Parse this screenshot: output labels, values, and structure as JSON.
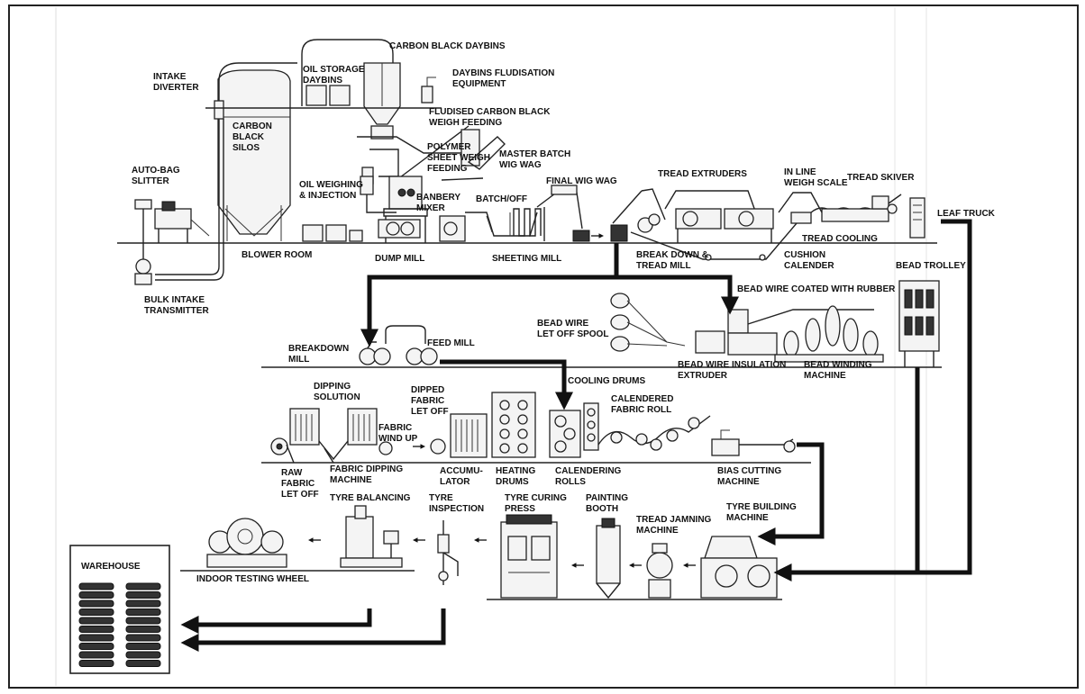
{
  "colors": {
    "ink": "#111111",
    "paper": "#ffffff",
    "frame": "#222222"
  },
  "labels": {
    "carbon_black_daybins": "CARBON BLACK DAYBINS",
    "intake_diverter": "INTAKE DIVERTER",
    "oil_storage_daybins": "OIL STORAGE DAYBINS",
    "daybins_fludisation_equipment": "DAYBINS FLUDISATION EQUIPMENT",
    "fludised_carbon_black_weigh_feeding": "FLUDISED CARBON BLACK WEIGH FEEDING",
    "carbon_black_silos": "CARBON BLACK SILOS",
    "polymer_sheet_weigh_feeding": "POLYMER SHEET WEIGH FEEDING",
    "master_batch_wig_wag": "MASTER BATCH WIG WAG",
    "auto_bag_slitter": "AUTO-BAG SLITTER",
    "oil_weighing_injection": "OIL WEIGHING & INJECTION",
    "banbery_mixer": "BANBERY MIXER",
    "batch_off": "BATCH/OFF",
    "final_wig_wag": "FINAL WIG WAG",
    "tread_extruders": "TREAD EXTRUDERS",
    "in_line_weigh_scale": "IN LINE WEIGH SCALE",
    "tread_skiver": "TREAD SKIVER",
    "leaf_truck": "LEAF TRUCK",
    "tread_cooling": "TREAD COOLING",
    "blower_room": "BLOWER ROOM",
    "dump_mill": "DUMP MILL",
    "sheeting_mill": "SHEETING MILL",
    "break_down_tread_mill": "BREAK DOWN & TREAD MILL",
    "cushion_calender": "CUSHION CALENDER",
    "bead_trolley": "BEAD TROLLEY",
    "bulk_intake_transmitter": "BULK INTAKE TRANSMITTER",
    "bead_wire_coated_with_rubber": "BEAD WIRE COATED WITH RUBBER",
    "bead_wire_let_off_spool": "BEAD WIRE LET OFF SPOOL",
    "breakdown_mill": "BREAKDOWN MILL",
    "feed_mill": "FEED MILL",
    "bead_wire_insulation_extruder": "BEAD WIRE INSULATION EXTRUDER",
    "bead_winding_machine": "BEAD WINDING MACHINE",
    "cooling_drums": "COOLING DRUMS",
    "dipping_solution": "DIPPING SOLUTION",
    "dipped_fabric_let_off": "DIPPED FABRIC LET OFF",
    "calendered_fabric_roll": "CALENDERED FABRIC ROLL",
    "fabric_wind_up": "FABRIC WIND UP",
    "raw_fabric_let_off": "RAW FABRIC LET OFF",
    "fabric_dipping_machine": "FABRIC DIPPING MACHINE",
    "accumulator": "ACCUMU- LATOR",
    "heating_drums": "HEATING DRUMS",
    "calendering_rolls": "CALENDERING ROLLS",
    "bias_cutting_machine": "BIAS CUTTING MACHINE",
    "tyre_balancing": "TYRE BALANCING",
    "tyre_inspection": "TYRE INSPECTION",
    "tyre_curing_press": "TYRE CURING PRESS",
    "painting_booth": "PAINTING BOOTH",
    "tyre_building_machine": "TYRE BUILDING MACHINE",
    "tread_jamning_machine": "TREAD JAMNING MACHINE",
    "warehouse": "WAREHOUSE",
    "indoor_testing_wheel": "INDOOR TESTING WHEEL"
  }
}
